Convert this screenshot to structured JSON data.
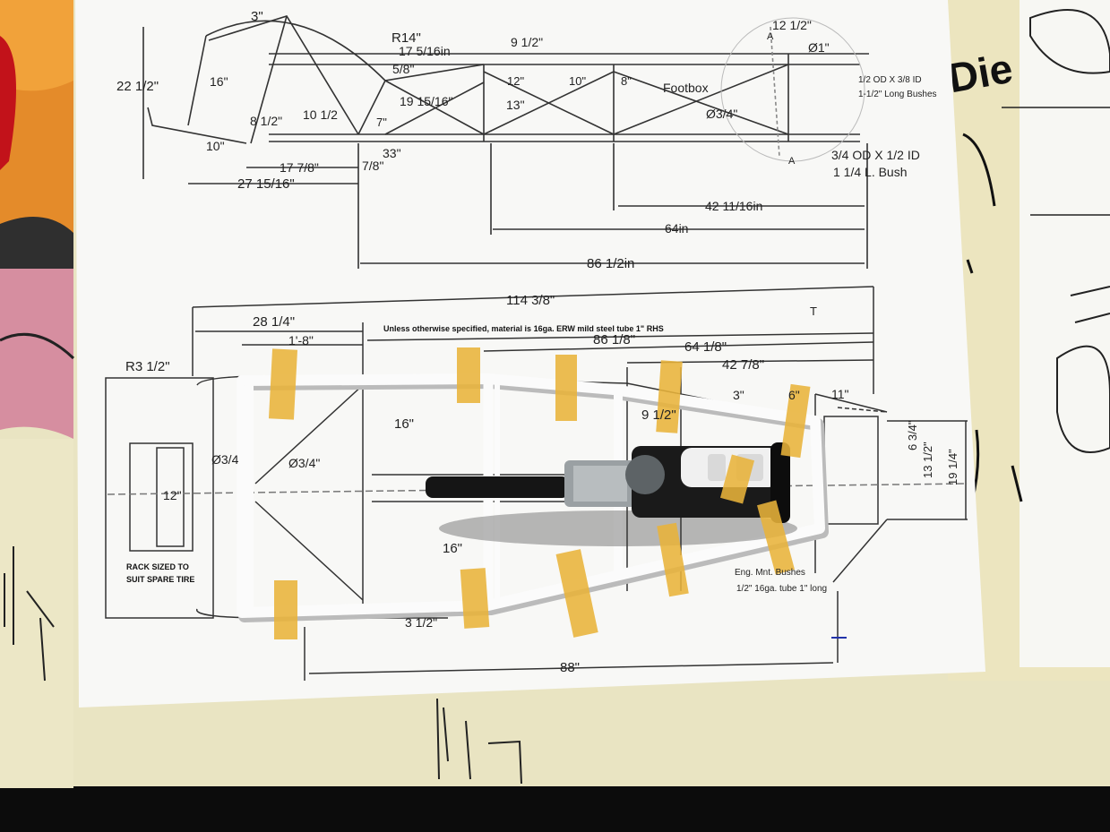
{
  "top_drawing": {
    "labels": [
      {
        "id": "dim-3",
        "text": "3\""
      },
      {
        "id": "dim-r14",
        "text": "R14\""
      },
      {
        "id": "dim-17-5-16",
        "text": "17 5/16in"
      },
      {
        "id": "dim-9-1-2",
        "text": "9 1/2\""
      },
      {
        "id": "dim-22-1-2",
        "text": "22 1/2\""
      },
      {
        "id": "dim-16",
        "text": "16\""
      },
      {
        "id": "dim-5-8",
        "text": "5/8\""
      },
      {
        "id": "dim-19-15-16",
        "text": "19 15/16\""
      },
      {
        "id": "dim-12",
        "text": "12\""
      },
      {
        "id": "dim-10",
        "text": "10\""
      },
      {
        "id": "dim-8",
        "text": "8\""
      },
      {
        "id": "dim-footbox",
        "text": "Footbox"
      },
      {
        "id": "dim-13",
        "text": "13\""
      },
      {
        "id": "dim-dia-3-4",
        "text": "Ø3/4\""
      },
      {
        "id": "dim-8-1-2",
        "text": "8 1/2\""
      },
      {
        "id": "dim-10-1-2",
        "text": "10 1/2"
      },
      {
        "id": "dim-7",
        "text": "7\""
      },
      {
        "id": "dim-10b",
        "text": "10\""
      },
      {
        "id": "dim-33",
        "text": "33\""
      },
      {
        "id": "dim-17-7-8",
        "text": "17 7/8\""
      },
      {
        "id": "dim-7-8",
        "text": "7/8\""
      },
      {
        "id": "dim-27-15-16",
        "text": "27 15/16\""
      },
      {
        "id": "dim-12-1-2",
        "text": "12 1/2\""
      },
      {
        "id": "dim-dia-1",
        "text": "Ø1\""
      },
      {
        "id": "dim-a-top",
        "text": "A"
      },
      {
        "id": "dim-a-bottom",
        "text": "A"
      },
      {
        "id": "note-bush-1",
        "text": "1/2 OD X 3/8 ID"
      },
      {
        "id": "note-bush-2",
        "text": "1-1/2\" Long Bushes"
      },
      {
        "id": "note-bush-3",
        "text": "3/4 OD X 1/2 ID"
      },
      {
        "id": "note-bush-4",
        "text": "1 1/4 L. Bush"
      },
      {
        "id": "dim-42-11-16",
        "text": "42 11/16in"
      },
      {
        "id": "dim-64",
        "text": "64in"
      },
      {
        "id": "dim-86-1-2",
        "text": "86 1/2in"
      }
    ]
  },
  "bottom_drawing": {
    "labels": [
      {
        "id": "dim-114-3-8",
        "text": "114 3/8\""
      },
      {
        "id": "dim-28-1-4",
        "text": "28 1/4\""
      },
      {
        "id": "dim-1-8",
        "text": "1'-8\""
      },
      {
        "id": "note-material",
        "text": "Unless otherwise specified, material is 16ga. ERW mild steel tube 1\" RHS"
      },
      {
        "id": "dim-86-1-8",
        "text": "86 1/8\""
      },
      {
        "id": "dim-64-1-8",
        "text": "64 1/8\""
      },
      {
        "id": "dim-42-7-8",
        "text": "42 7/8\""
      },
      {
        "id": "dim-r3-1-2",
        "text": "R3 1/2\""
      },
      {
        "id": "dim-3b",
        "text": "3\""
      },
      {
        "id": "dim-6",
        "text": "6\""
      },
      {
        "id": "dim-11",
        "text": "11\""
      },
      {
        "id": "dim-16b",
        "text": "16\""
      },
      {
        "id": "dim-9-1-2b",
        "text": "9 1/2\""
      },
      {
        "id": "dim-dia-3-4b",
        "text": "Ø3/4"
      },
      {
        "id": "dim-dia-3-4c",
        "text": "Ø3/4\""
      },
      {
        "id": "dim-12b",
        "text": "12\""
      },
      {
        "id": "dim-16c",
        "text": "16\""
      },
      {
        "id": "dim-6-3-4",
        "text": "6 3/4\""
      },
      {
        "id": "dim-13-1-2",
        "text": "13 1/2\""
      },
      {
        "id": "dim-19-1-4",
        "text": "19 1/4\""
      },
      {
        "id": "note-rack-1",
        "text": "RACK SIZED TO"
      },
      {
        "id": "note-rack-2",
        "text": "SUIT SPARE TIRE"
      },
      {
        "id": "note-eng-1",
        "text": "Eng. Mnt. Bushes"
      },
      {
        "id": "note-eng-2",
        "text": "1/2\" 16ga. tube 1\" long"
      },
      {
        "id": "dim-3-1-2",
        "text": "3 1/2\""
      },
      {
        "id": "dim-88",
        "text": "88\""
      },
      {
        "id": "mark-t",
        "text": "T"
      }
    ]
  },
  "right_sheet": {
    "brand": "Die"
  }
}
